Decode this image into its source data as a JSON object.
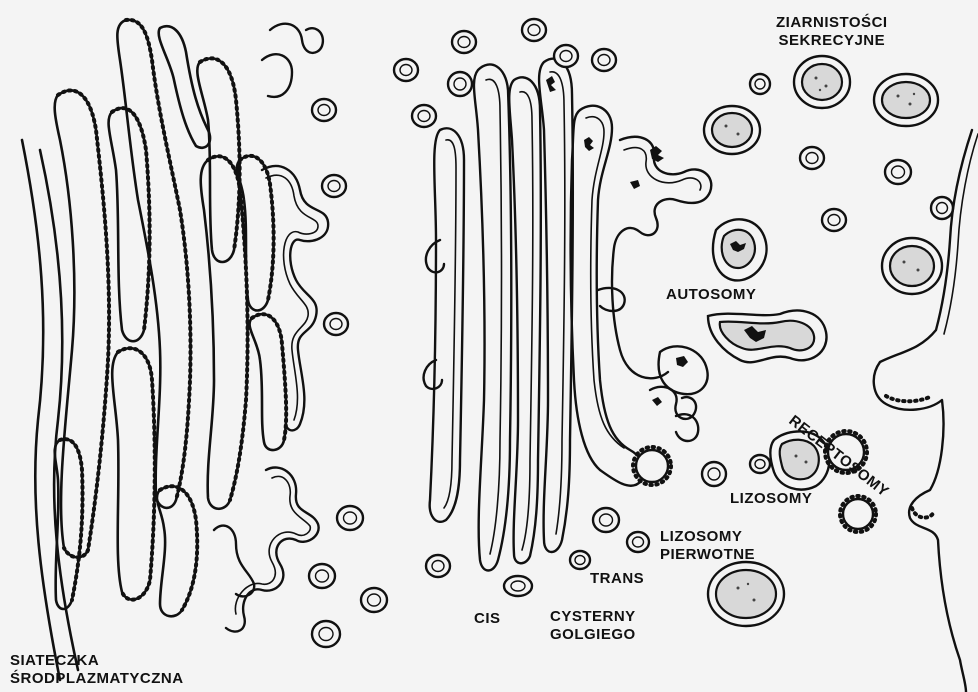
{
  "labels": {
    "er_line1": "SIATECZKA",
    "er_line2": "ŚRODPLAZMATYCZNA",
    "secretory_line1": "ZIARNISTOŚCI",
    "secretory_line2": "SEKRECYJNE",
    "autosomes": "AUTOSOMY",
    "receptosomes": "RECEPTOSOMY",
    "lysosomes": "LIZOSOMY",
    "primary_lysosomes_line1": "LIZOSOMY",
    "primary_lysosomes_line2": "PIERWOTNE",
    "trans": "TRANS",
    "cis": "CIS",
    "golgi_line1": "CYSTERNY",
    "golgi_line2": "GOLGIEGO"
  }
}
